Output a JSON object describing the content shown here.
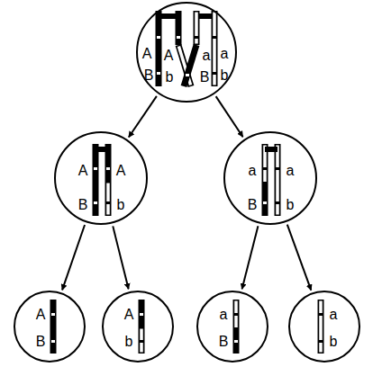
{
  "diagram": {
    "nodes": [
      {
        "text": [
          "A",
          "A",
          "a",
          "a",
          "B",
          "b",
          "B",
          "b"
        ]
      },
      {
        "text": [
          "A",
          "A",
          "B",
          "b"
        ]
      },
      {
        "text": [
          "a",
          "a",
          "B",
          "b"
        ]
      },
      {
        "text": [
          "A",
          "B"
        ]
      },
      {
        "text": [
          "A",
          "b"
        ]
      },
      {
        "text": [
          "a",
          "B"
        ]
      },
      {
        "text": [
          "a",
          "b"
        ]
      }
    ],
    "edges": [
      {
        "from": 0,
        "to": 1,
        "arrow": "to"
      },
      {
        "from": 0,
        "to": 2,
        "arrow": "to"
      },
      {
        "from": 1,
        "to": 3,
        "arrow": "to"
      },
      {
        "from": 1,
        "to": 4,
        "arrow": "to"
      },
      {
        "from": 2,
        "to": 5,
        "arrow": "to"
      },
      {
        "from": 2,
        "to": 6,
        "arrow": "to"
      }
    ]
  }
}
